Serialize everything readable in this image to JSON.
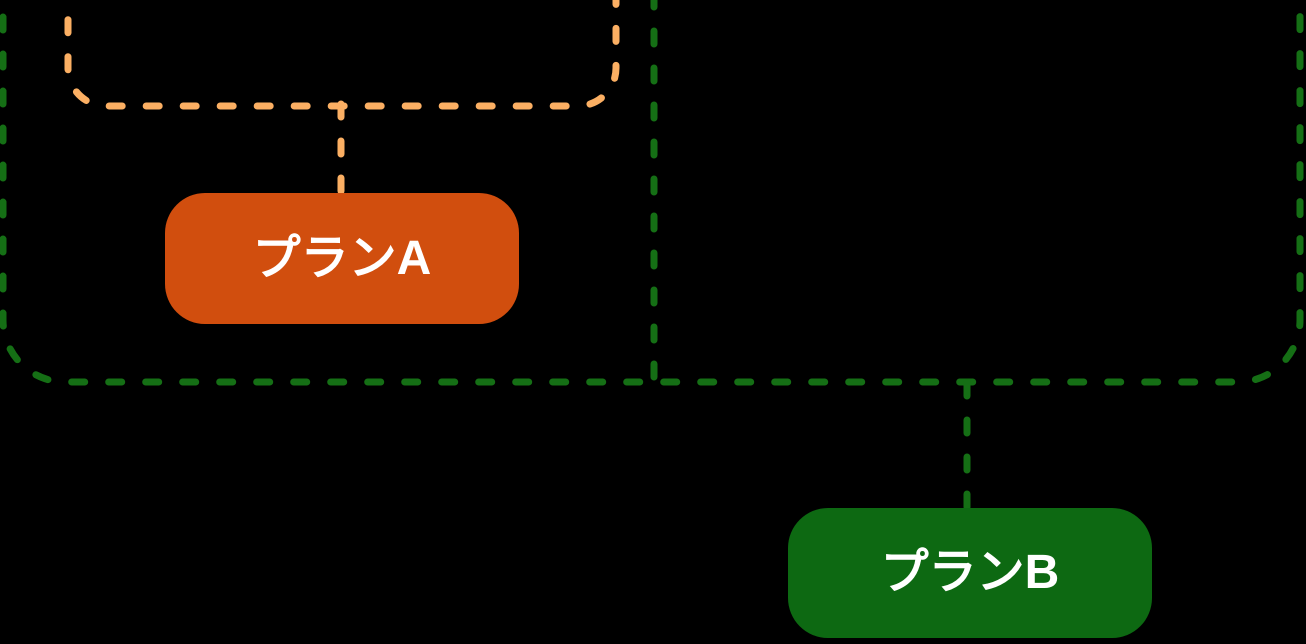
{
  "diagram": {
    "background_color": "#000000",
    "nodes": [
      {
        "id": "plan-a",
        "label": "プランA",
        "fill_color": "#d14e0e",
        "text_color": "#ffffff"
      },
      {
        "id": "plan-b",
        "label": "プランB",
        "fill_color": "#0d6912",
        "text_color": "#ffffff"
      }
    ],
    "outlines": {
      "plan_a_region_stroke": "#fbaf63",
      "plan_b_region_stroke": "#156f15"
    }
  }
}
